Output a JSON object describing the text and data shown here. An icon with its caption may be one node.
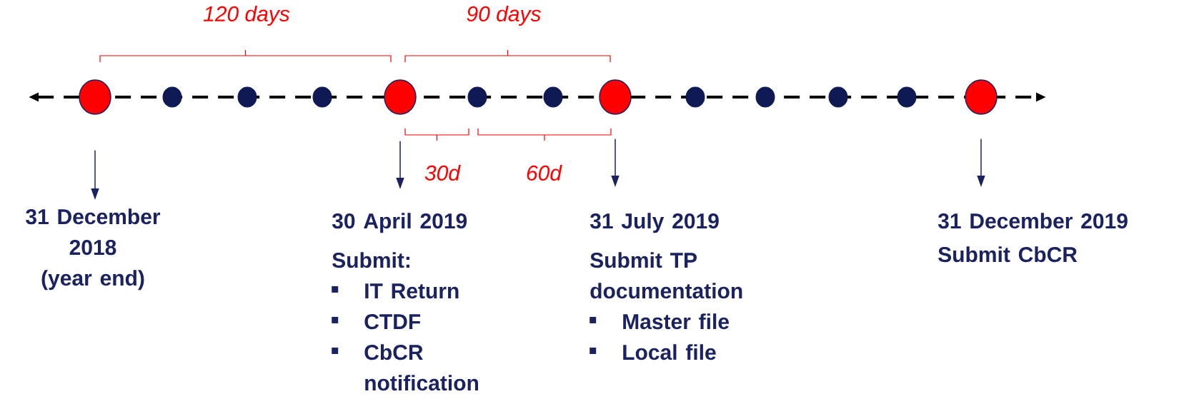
{
  "diagram": {
    "nodes": [
      {
        "text": [],
        "shape": "circle"
      },
      {
        "text": [],
        "shape": "circle"
      },
      {
        "text": [],
        "shape": "circle"
      },
      {
        "text": [],
        "shape": "circle"
      },
      {
        "text": [],
        "shape": "circle"
      },
      {
        "text": [],
        "shape": "circle"
      },
      {
        "text": [],
        "shape": "circle"
      },
      {
        "text": [],
        "shape": "circle"
      },
      {
        "text": [],
        "shape": "circle"
      },
      {
        "text": [],
        "shape": "circle"
      },
      {
        "text": [],
        "shape": "circle"
      },
      {
        "text": [],
        "shape": "circle"
      },
      {
        "text": [],
        "shape": "circle"
      },
      {
        "text": [
          "31 December 2018",
          "(year end)"
        ]
      },
      {
        "text": [
          "30 April 2019",
          "Submit:",
          "IT Return",
          "CTDF",
          "CbCR notification"
        ]
      },
      {
        "text": [
          "31 July 2019",
          "Submit TP documentation",
          "Master file",
          "Local file"
        ]
      },
      {
        "text": [
          "31 December 2019",
          "Submit CbCR"
        ]
      }
    ],
    "edges": [
      {
        "from": 0,
        "to": 13,
        "arrow": "to"
      },
      {
        "from": 4,
        "to": 14,
        "arrow": "to"
      },
      {
        "from": 7,
        "to": 15,
        "arrow": "to"
      },
      {
        "from": 12,
        "to": 16,
        "arrow": "to"
      }
    ],
    "labels": [
      "120 days",
      "90 days",
      "30d",
      "60d"
    ]
  }
}
